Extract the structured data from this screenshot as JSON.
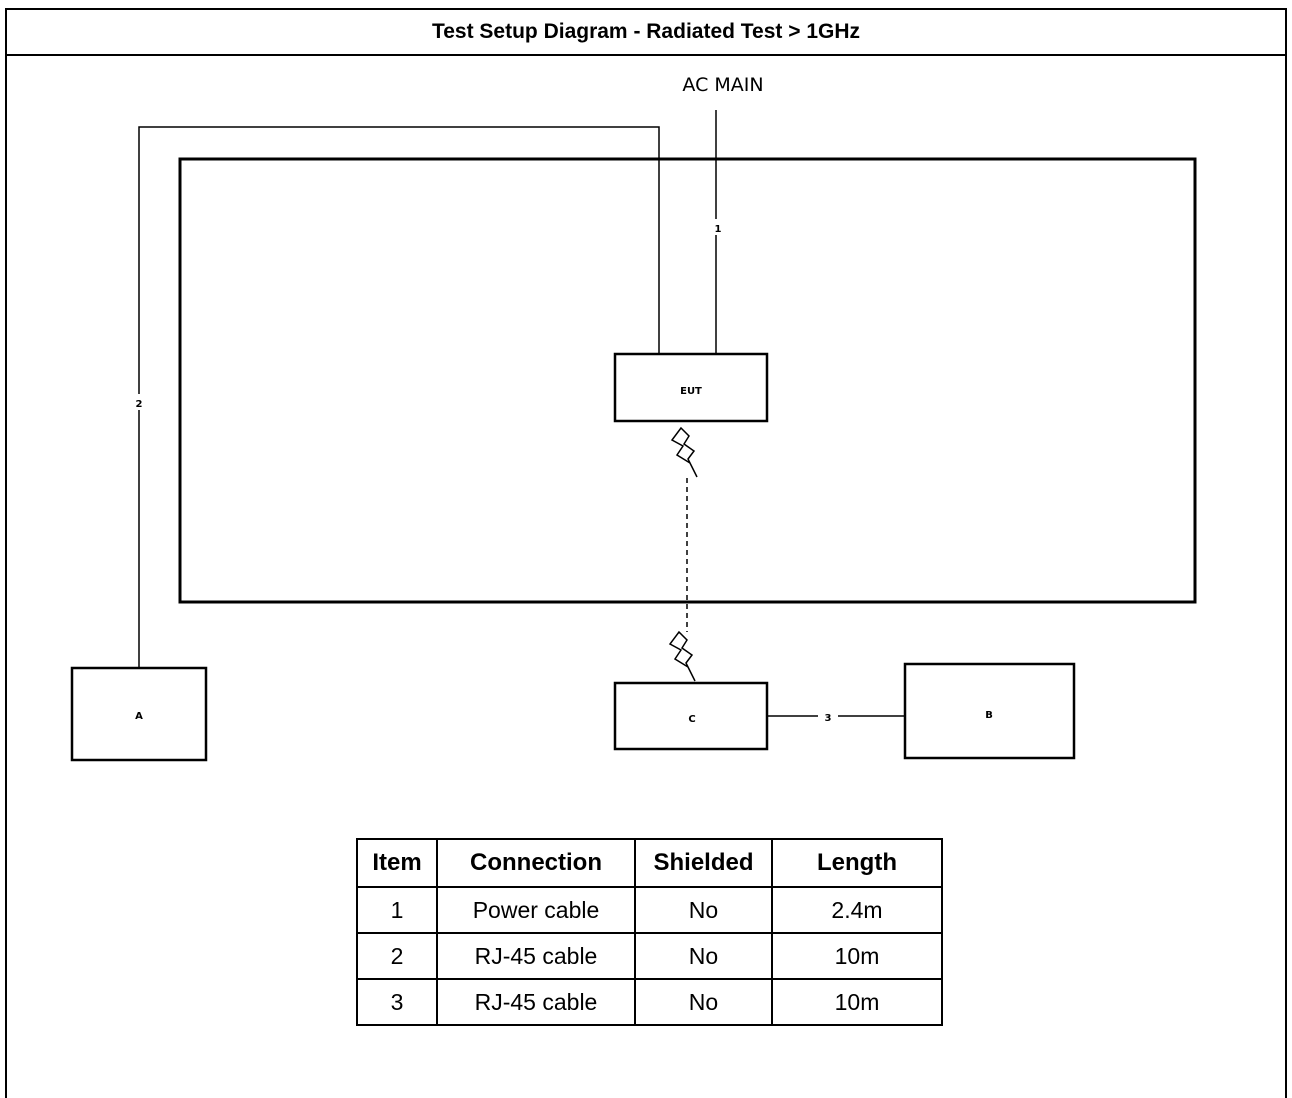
{
  "title": "Test Setup Diagram - Radiated Test > 1GHz",
  "diagram": {
    "ac_main_label": "AC MAIN",
    "eut_label": "EUT",
    "device_a_label": "A",
    "device_b_label": "B",
    "device_c_label": "C",
    "cable_1_label": "1",
    "cable_2_label": "2",
    "cable_3_label": "3"
  },
  "table": {
    "headers": [
      "Item",
      "Connection",
      "Shielded",
      "Length"
    ],
    "rows": [
      [
        "1",
        "Power cable",
        "No",
        "2.4m"
      ],
      [
        "2",
        "RJ-45 cable",
        "No",
        "10m"
      ],
      [
        "3",
        "RJ-45 cable",
        "No",
        "10m"
      ]
    ]
  }
}
